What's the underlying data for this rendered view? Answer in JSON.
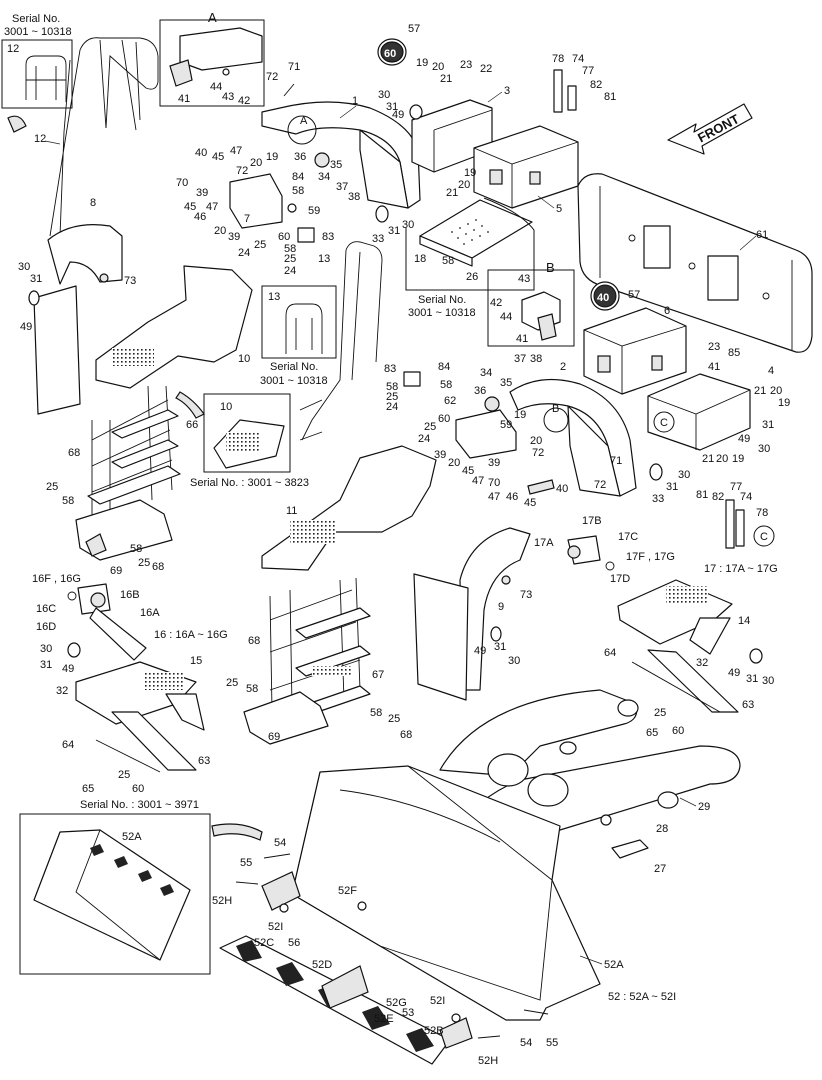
{
  "labels": {
    "serial_no": "Serial No.",
    "range_3001_10318": "3001 ~ 10318",
    "serial_3001_3823": "Serial No. : 3001 ~ 3823",
    "serial_3001_3971": "Serial No. : 3001 ~ 3971",
    "front": "FRONT",
    "sign_60": "60",
    "sign_40": "40",
    "detail_a": "A",
    "detail_b": "B",
    "detail_c": "C",
    "note_16": "16 : 16A ~ 16G",
    "note_17": "17 : 17A ~ 17G",
    "note_52": "52 : 52A ~ 52I"
  },
  "parts": {
    "p1": "1",
    "p2": "2",
    "p3": "3",
    "p4": "4",
    "p5": "5",
    "p6": "6",
    "p7": "7",
    "p8": "8",
    "p9": "9",
    "p10": "10",
    "p11": "11",
    "p12": "12",
    "p13": "13",
    "p14": "14",
    "p15": "15",
    "p16a": "16A",
    "p16b": "16B",
    "p16c": "16C",
    "p16d": "16D",
    "p16fg": "16F , 16G",
    "p17a": "17A",
    "p17b": "17B",
    "p17c": "17C",
    "p17d": "17D",
    "p17fg": "17F , 17G",
    "p18": "18",
    "p19": "19",
    "p20": "20",
    "p21": "21",
    "p22": "22",
    "p23": "23",
    "p24": "24",
    "p25": "25",
    "p26": "26",
    "p27": "27",
    "p28": "28",
    "p29": "29",
    "p30": "30",
    "p31": "31",
    "p32": "32",
    "p33": "33",
    "p34": "34",
    "p35": "35",
    "p36": "36",
    "p37": "37",
    "p38": "38",
    "p39": "39",
    "p40": "40",
    "p41": "41",
    "p42": "42",
    "p43": "43",
    "p44": "44",
    "p45": "45",
    "p46": "46",
    "p47": "47",
    "p49": "49",
    "p52a": "52A",
    "p52b": "52B",
    "p52c": "52C",
    "p52d": "52D",
    "p52e": "52E",
    "p52f": "52F",
    "p52g": "52G",
    "p52h": "52H",
    "p52i": "52I",
    "p53": "53",
    "p54": "54",
    "p55": "55",
    "p56": "56",
    "p57": "57",
    "p58": "58",
    "p59": "59",
    "p60": "60",
    "p61": "61",
    "p62": "62",
    "p63": "63",
    "p64": "64",
    "p65": "65",
    "p66": "66",
    "p67": "67",
    "p68": "68",
    "p69": "69",
    "p70": "70",
    "p71": "71",
    "p72": "72",
    "p73": "73",
    "p74": "74",
    "p77": "77",
    "p78": "78",
    "p81": "81",
    "p82": "82",
    "p83": "83",
    "p84": "84",
    "p85": "85"
  }
}
